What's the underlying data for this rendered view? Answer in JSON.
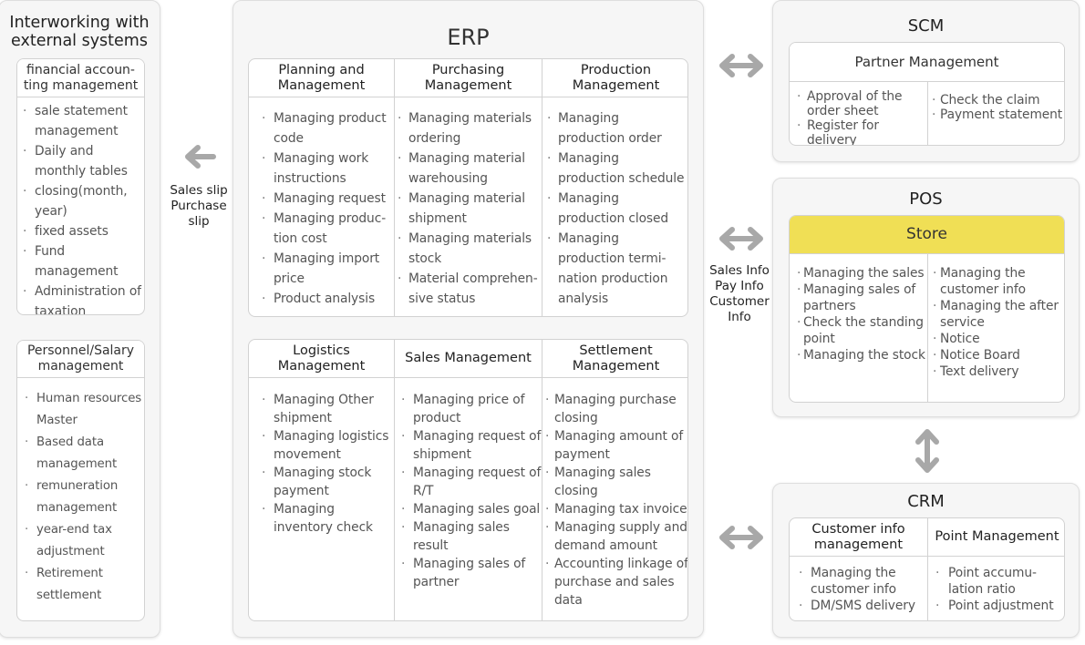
{
  "interworking": {
    "title": "Interworking with external systems",
    "financial": {
      "title": "financial accoun- ting management",
      "items": [
        "sale statement management",
        "Daily and monthly tables",
        "closing(month, year)",
        "fixed assets",
        "Fund management",
        "Administration of taxation"
      ]
    },
    "personnel": {
      "title": "Personnel/Salary management",
      "items": [
        "Human resources Master",
        "Based data management",
        "remuneration management",
        "year-end tax adjustment",
        "Retirement settlement"
      ]
    }
  },
  "sales_slip_label": {
    "line1": "Sales slip",
    "line2": "Purchase",
    "line3": "slip"
  },
  "erp": {
    "title": "ERP",
    "planning": {
      "title": "Planning and Management",
      "items": [
        "Managing product code",
        "Managing work instructions",
        "Managing request",
        "Managing produc- tion cost",
        "Managing import price",
        "Product analysis"
      ]
    },
    "purchasing": {
      "title": "Purchasing Management",
      "items": [
        "Managing materials ordering",
        "Managing material warehousing",
        "Managing material shipment",
        "Managing materials stock",
        "Material comprehen- sive status"
      ]
    },
    "production": {
      "title": "Production Management",
      "items": [
        "Managing production order",
        "Managing production schedule",
        "Managing production closed",
        "Managing production termi- nation production analysis"
      ]
    },
    "logistics": {
      "title": "Logistics Management",
      "items": [
        "Managing Other shipment",
        "Managing logistics movement",
        "Managing stock payment",
        "Managing inventory check"
      ]
    },
    "sales": {
      "title": "Sales Management",
      "items": [
        "Managing price of product",
        "Managing request of shipment",
        "Managing request of R/T",
        "Managing sales goal",
        "Managing sales result",
        "Managing sales of partner"
      ]
    },
    "settlement": {
      "title": "Settlement Management",
      "items": [
        "Managing purchase closing",
        "Managing amount of payment",
        "Managing sales closing",
        "Managing tax invoice",
        "Managing supply and demand amount",
        "Accounting linkage of purchase and sales data"
      ]
    }
  },
  "scm": {
    "title": "SCM",
    "partner": {
      "title": "Partner Management",
      "left_items": [
        "Approval of the order sheet",
        "Register for delivery"
      ],
      "right_items": [
        "Check the claim",
        "Payment statement"
      ]
    }
  },
  "pos_info_label": {
    "line1": "Sales Info",
    "line2": "Pay Info",
    "line3": "Customer",
    "line4": "Info"
  },
  "pos": {
    "title": "POS",
    "store": {
      "title": "Store",
      "left_items": [
        "Managing the sales",
        "Managing sales of partners",
        "Check the standing point",
        "Managing the stock"
      ],
      "right_items": [
        "Managing the customer info",
        "Managing the after service",
        "Notice",
        "Notice Board",
        "Text delivery"
      ]
    }
  },
  "crm": {
    "title": "CRM",
    "customer": {
      "title": "Customer info management",
      "items": [
        "Managing the customer info",
        "DM/SMS delivery"
      ]
    },
    "point": {
      "title": "Point Management",
      "items": [
        "Point accumu- lation ratio",
        "Point adjustment"
      ]
    }
  },
  "colors": {
    "store_header": "#f0df55",
    "arrow": "#a8a8a8"
  }
}
